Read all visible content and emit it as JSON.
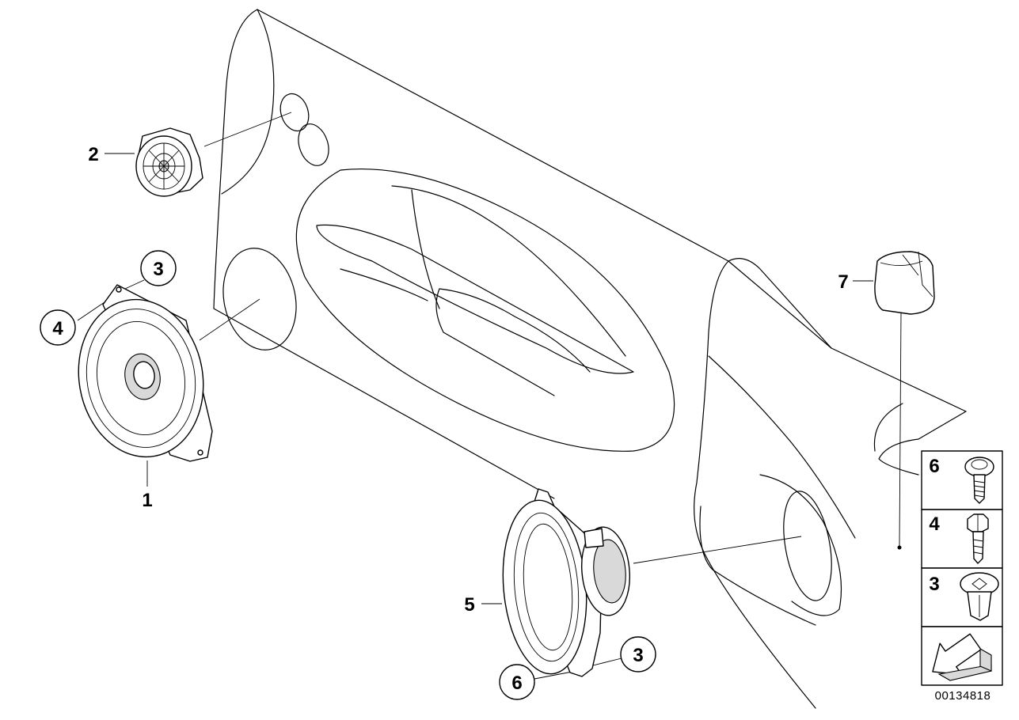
{
  "diagram_id": "00134818",
  "callouts": {
    "part_1": "1",
    "part_2": "2",
    "part_3_upper": "3",
    "part_4_upper": "4",
    "part_5": "5",
    "part_6_lower": "6",
    "part_3_lower": "3",
    "part_7": "7"
  },
  "legend": [
    {
      "number": "6",
      "icon": "screw-with-washer-icon"
    },
    {
      "number": "4",
      "icon": "hex-bolt-icon"
    },
    {
      "number": "3",
      "icon": "clip-nut-icon"
    },
    {
      "number": "",
      "icon": "direction-arrow-icon"
    }
  ]
}
